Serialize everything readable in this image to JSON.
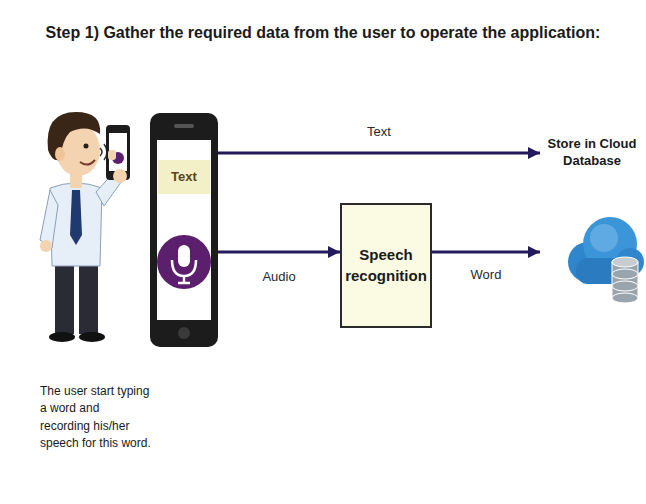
{
  "diagram": {
    "title": "Step 1) Gather the required data from the user to operate the application:",
    "nodes": [
      {
        "text": [
          "Text"
        ]
      },
      {
        "text": [
          "Speech recognition"
        ]
      },
      {
        "text": [
          "Store in Cloud Database"
        ]
      }
    ],
    "edges": [
      {
        "from": 0,
        "to": 2,
        "arrow": "to",
        "label": "Text"
      },
      {
        "from": 0,
        "to": 1,
        "arrow": "to",
        "label": "Audio"
      },
      {
        "from": 1,
        "to": 2,
        "arrow": "to",
        "label": "Word"
      }
    ],
    "labels": [
      "The user start typing a word and recording his/her speech for this word."
    ]
  }
}
